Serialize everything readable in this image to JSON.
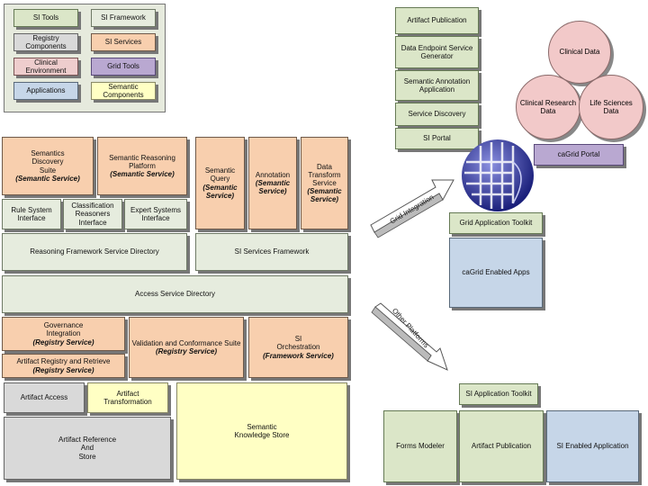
{
  "legend": [
    {
      "label": "SI Tools",
      "color": "#dbe6c8"
    },
    {
      "label": "SI Framework",
      "color": "#e6ecde"
    },
    {
      "label": "Registry\nComponents",
      "color": "#d9d9d9"
    },
    {
      "label": "SI Services",
      "color": "#f8cfae"
    },
    {
      "label": "Clinical\nEnvironment",
      "color": "#eecdcd"
    },
    {
      "label": "Grid Tools",
      "color": "#b9a8d1"
    },
    {
      "label": "Applications",
      "color": "#c6d6e8"
    },
    {
      "label": "Semantic\nComponents",
      "color": "#ffffc4"
    }
  ],
  "semantic_services": {
    "discovery": {
      "name": "Semantics\nDiscovery\nSuite",
      "tag": "(Semantic Service)"
    },
    "reasoning": {
      "name": "Semantic Reasoning\nPlatform",
      "tag": "(Semantic Service)"
    },
    "query": {
      "name": "Semantic\nQuery",
      "tag": "(Semantic\nService)"
    },
    "annotation": {
      "name": "Annotation",
      "tag": "(Semantic\nService)"
    },
    "transform": {
      "name": "Data\nTransform\nService",
      "tag": "(Semantic\nService)"
    }
  },
  "interfaces": {
    "rule_system": "Rule System\nInterface",
    "classification": "Classification\nReasoners\nInterface",
    "expert_systems": "Expert Systems\nInterface"
  },
  "frameworks": {
    "reasoning_directory": "Reasoning Framework Service Directory",
    "si_services_framework": "SI Services Framework",
    "access_directory": "Access Service Directory"
  },
  "registry_services": {
    "governance": {
      "name": "Governance\nIntegration",
      "tag": "(Registry Service)"
    },
    "artifact_registry": {
      "name": "Artifact Registry and Retrieve",
      "tag": "(Registry Service)"
    },
    "validation": {
      "name": "Validation and Conformance Suite",
      "tag": "(Registry Service)"
    },
    "orchestration": {
      "name": "SI\nOrchestration",
      "tag": "(Framework Service)"
    }
  },
  "bottom": {
    "artifact_access": "Artifact Access",
    "artifact_transformation": "Artifact\nTransformation",
    "artifact_reference": "Artifact Reference\nAnd\nStore",
    "knowledge_store": "Semantic\nKnowledge Store"
  },
  "si_tools_stack": [
    "Artifact Publication",
    "Data Endpoint Service\nGenerator",
    "Semantic Annotation\nApplication",
    "Service Discovery",
    "SI Portal"
  ],
  "clinical": {
    "clinical_data": "Clinical Data",
    "clinical_research": "Clinical Research\nData",
    "life_sciences": "Life Sciences\nData"
  },
  "cagrid_portal": "caGrid Portal",
  "grid_integration": "Grid Integration",
  "grid_toolkit": "Grid Application Toolkit",
  "cagrid_apps": "caGrid Enabled Apps",
  "other_platforms": "Other Platforms",
  "si_toolkit": "SI Application Toolkit",
  "si_apps": {
    "forms_modeler": "Forms Modeler",
    "artifact_publication": "Artifact Publication",
    "si_enabled": "SI Enabled Application"
  }
}
